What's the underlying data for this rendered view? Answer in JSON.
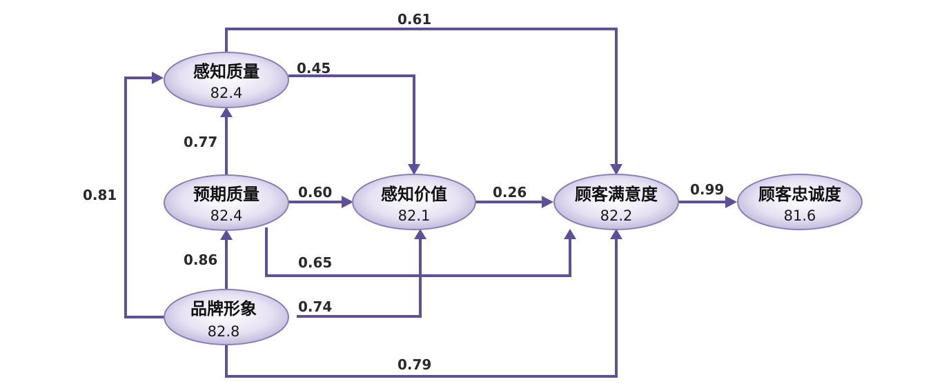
{
  "nodes": {
    "perceived_quality": {
      "name": "感知质量",
      "value": "82.4"
    },
    "expected_quality": {
      "name": "预期质量",
      "value": "82.4"
    },
    "brand_image": {
      "name": "品牌形象",
      "value": "82.8"
    },
    "perceived_value": {
      "name": "感知价值",
      "value": "82.1"
    },
    "customer_satisfaction": {
      "name": "顾客满意度",
      "value": "82.2"
    },
    "customer_loyalty": {
      "name": "顾客忠诚度",
      "value": "81.6"
    }
  },
  "edges": {
    "perceived_quality_to_satisfaction": "0.61",
    "perceived_quality_to_value": "0.45",
    "expected_to_perceived_quality": "0.77",
    "brand_to_perceived_quality": "0.81",
    "expected_to_value": "0.60",
    "value_to_satisfaction": "0.26",
    "satisfaction_to_loyalty": "0.99",
    "brand_to_expected": "0.86",
    "expected_to_satisfaction": "0.65",
    "brand_to_value": "0.74",
    "brand_to_satisfaction": "0.79"
  },
  "colors": {
    "edge": "#5f4f9a",
    "node_fill_center": "#ffffff",
    "node_fill_edge": "#bcb3d9",
    "node_border": "#8a7fb4"
  }
}
